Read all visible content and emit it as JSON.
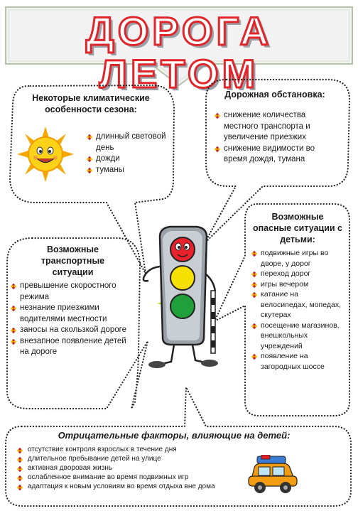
{
  "title": "ДОРОГА ЛЕТОМ",
  "climate": {
    "heading": "Некоторые климатические особенности сезона:",
    "items": [
      "длинный световой день",
      "дожди",
      "туманы"
    ]
  },
  "road": {
    "heading": "Дорожная обстановка:",
    "items": [
      "снижение количества местного транспорта и увеличение приезжих",
      "снижение видимости во время дождя, тумана"
    ]
  },
  "transport": {
    "heading": "Возможные транспортные ситуации",
    "items": [
      "превышение скоростного режима",
      "незнание приезжими водителями местности",
      "заносы на скользкой дороге",
      "внезапное появление детей на дороге"
    ]
  },
  "danger": {
    "heading": "Возможные опасные ситуации с детьми:",
    "items": [
      "подвижные игры во дворе, у дорог",
      "переход дорог",
      "игры вечером",
      "катание на велосипедах, мопедах, скутерах",
      "посещение магазинов, внешкольных учреждений",
      "появление на загородных шоссе"
    ]
  },
  "negative": {
    "heading": "Отрицательные факторы, влияющие на детей:",
    "items": [
      "отсутствие контроля взрослых в течение дня",
      "длительное пребывание детей на улице",
      "активная дворовая жизнь",
      "ослабленное внимание во время подвижных игр",
      "адаптация к новым условиям во время отдыха вне дома"
    ]
  },
  "colors": {
    "title_outline": "#e0252b",
    "banner_fill": "#f2f2f2",
    "banner_border": "#b5c4a8",
    "traffic_red": "#e8212a",
    "traffic_yellow": "#f5e000",
    "traffic_green": "#1fa03a"
  },
  "icons": [
    "sun-icon",
    "traffic-light-icon",
    "car-icon"
  ]
}
